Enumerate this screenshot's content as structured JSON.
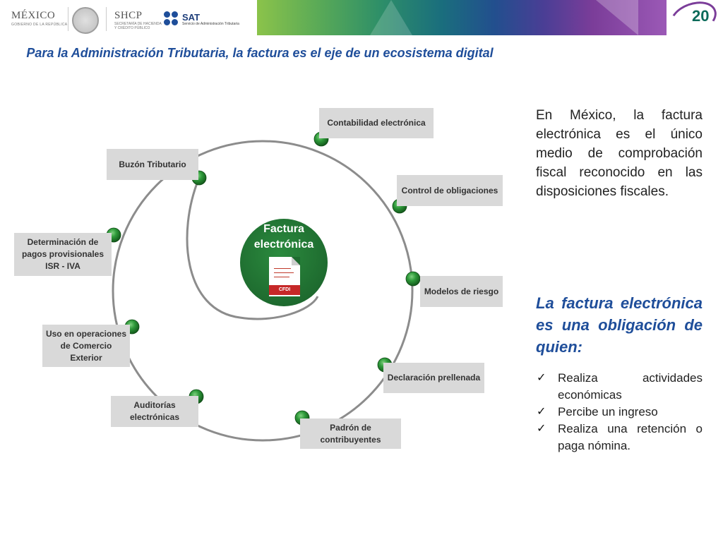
{
  "header": {
    "mexico_logo": "MÉXICO",
    "mexico_sub": "GOBIERNO DE LA REPÚBLICA",
    "shcp_logo": "SHCP",
    "shcp_sub_1": "SECRETARÍA DE HACIENDA",
    "shcp_sub_2": "Y CRÉDITO PÚBLICO",
    "sat_logo": "SAT",
    "sat_sub": "Servicio de Administración Tributaria",
    "anniversary_number": "20"
  },
  "title": "Para la Administración Tributaria, la factura es el eje de un ecosistema digital",
  "diagram": {
    "center": {
      "label": "Factura electrónica",
      "doc_tag": "CFDI"
    },
    "nodes": [
      {
        "label": "Contabilidad electrónica"
      },
      {
        "label": "Buzón Tributario"
      },
      {
        "label": "Control de obligaciones"
      },
      {
        "label": "Determinación de pagos provisionales ISR - IVA"
      },
      {
        "label": "Modelos de riesgo"
      },
      {
        "label": "Uso en operaciones de Comercio Exterior"
      },
      {
        "label": "Declaración prellenada"
      },
      {
        "label": "Auditorías electrónicas"
      },
      {
        "label": "Padrón de contribuyentes"
      }
    ],
    "colors": {
      "node": "#2e7d32",
      "box": "#d9d9d9",
      "ring": "#8c8c8c",
      "center": "#1e6b2f"
    }
  },
  "right": {
    "paragraph": "En México, la factura electrónica es el único medio de comprobación fiscal reconocido en las disposiciones fiscales.",
    "heading": "La factura electrónica es una obligación de quien:",
    "checks": [
      "Realiza actividades económicas",
      "Percibe un ingreso",
      "Realiza una retención o paga nómina."
    ]
  }
}
